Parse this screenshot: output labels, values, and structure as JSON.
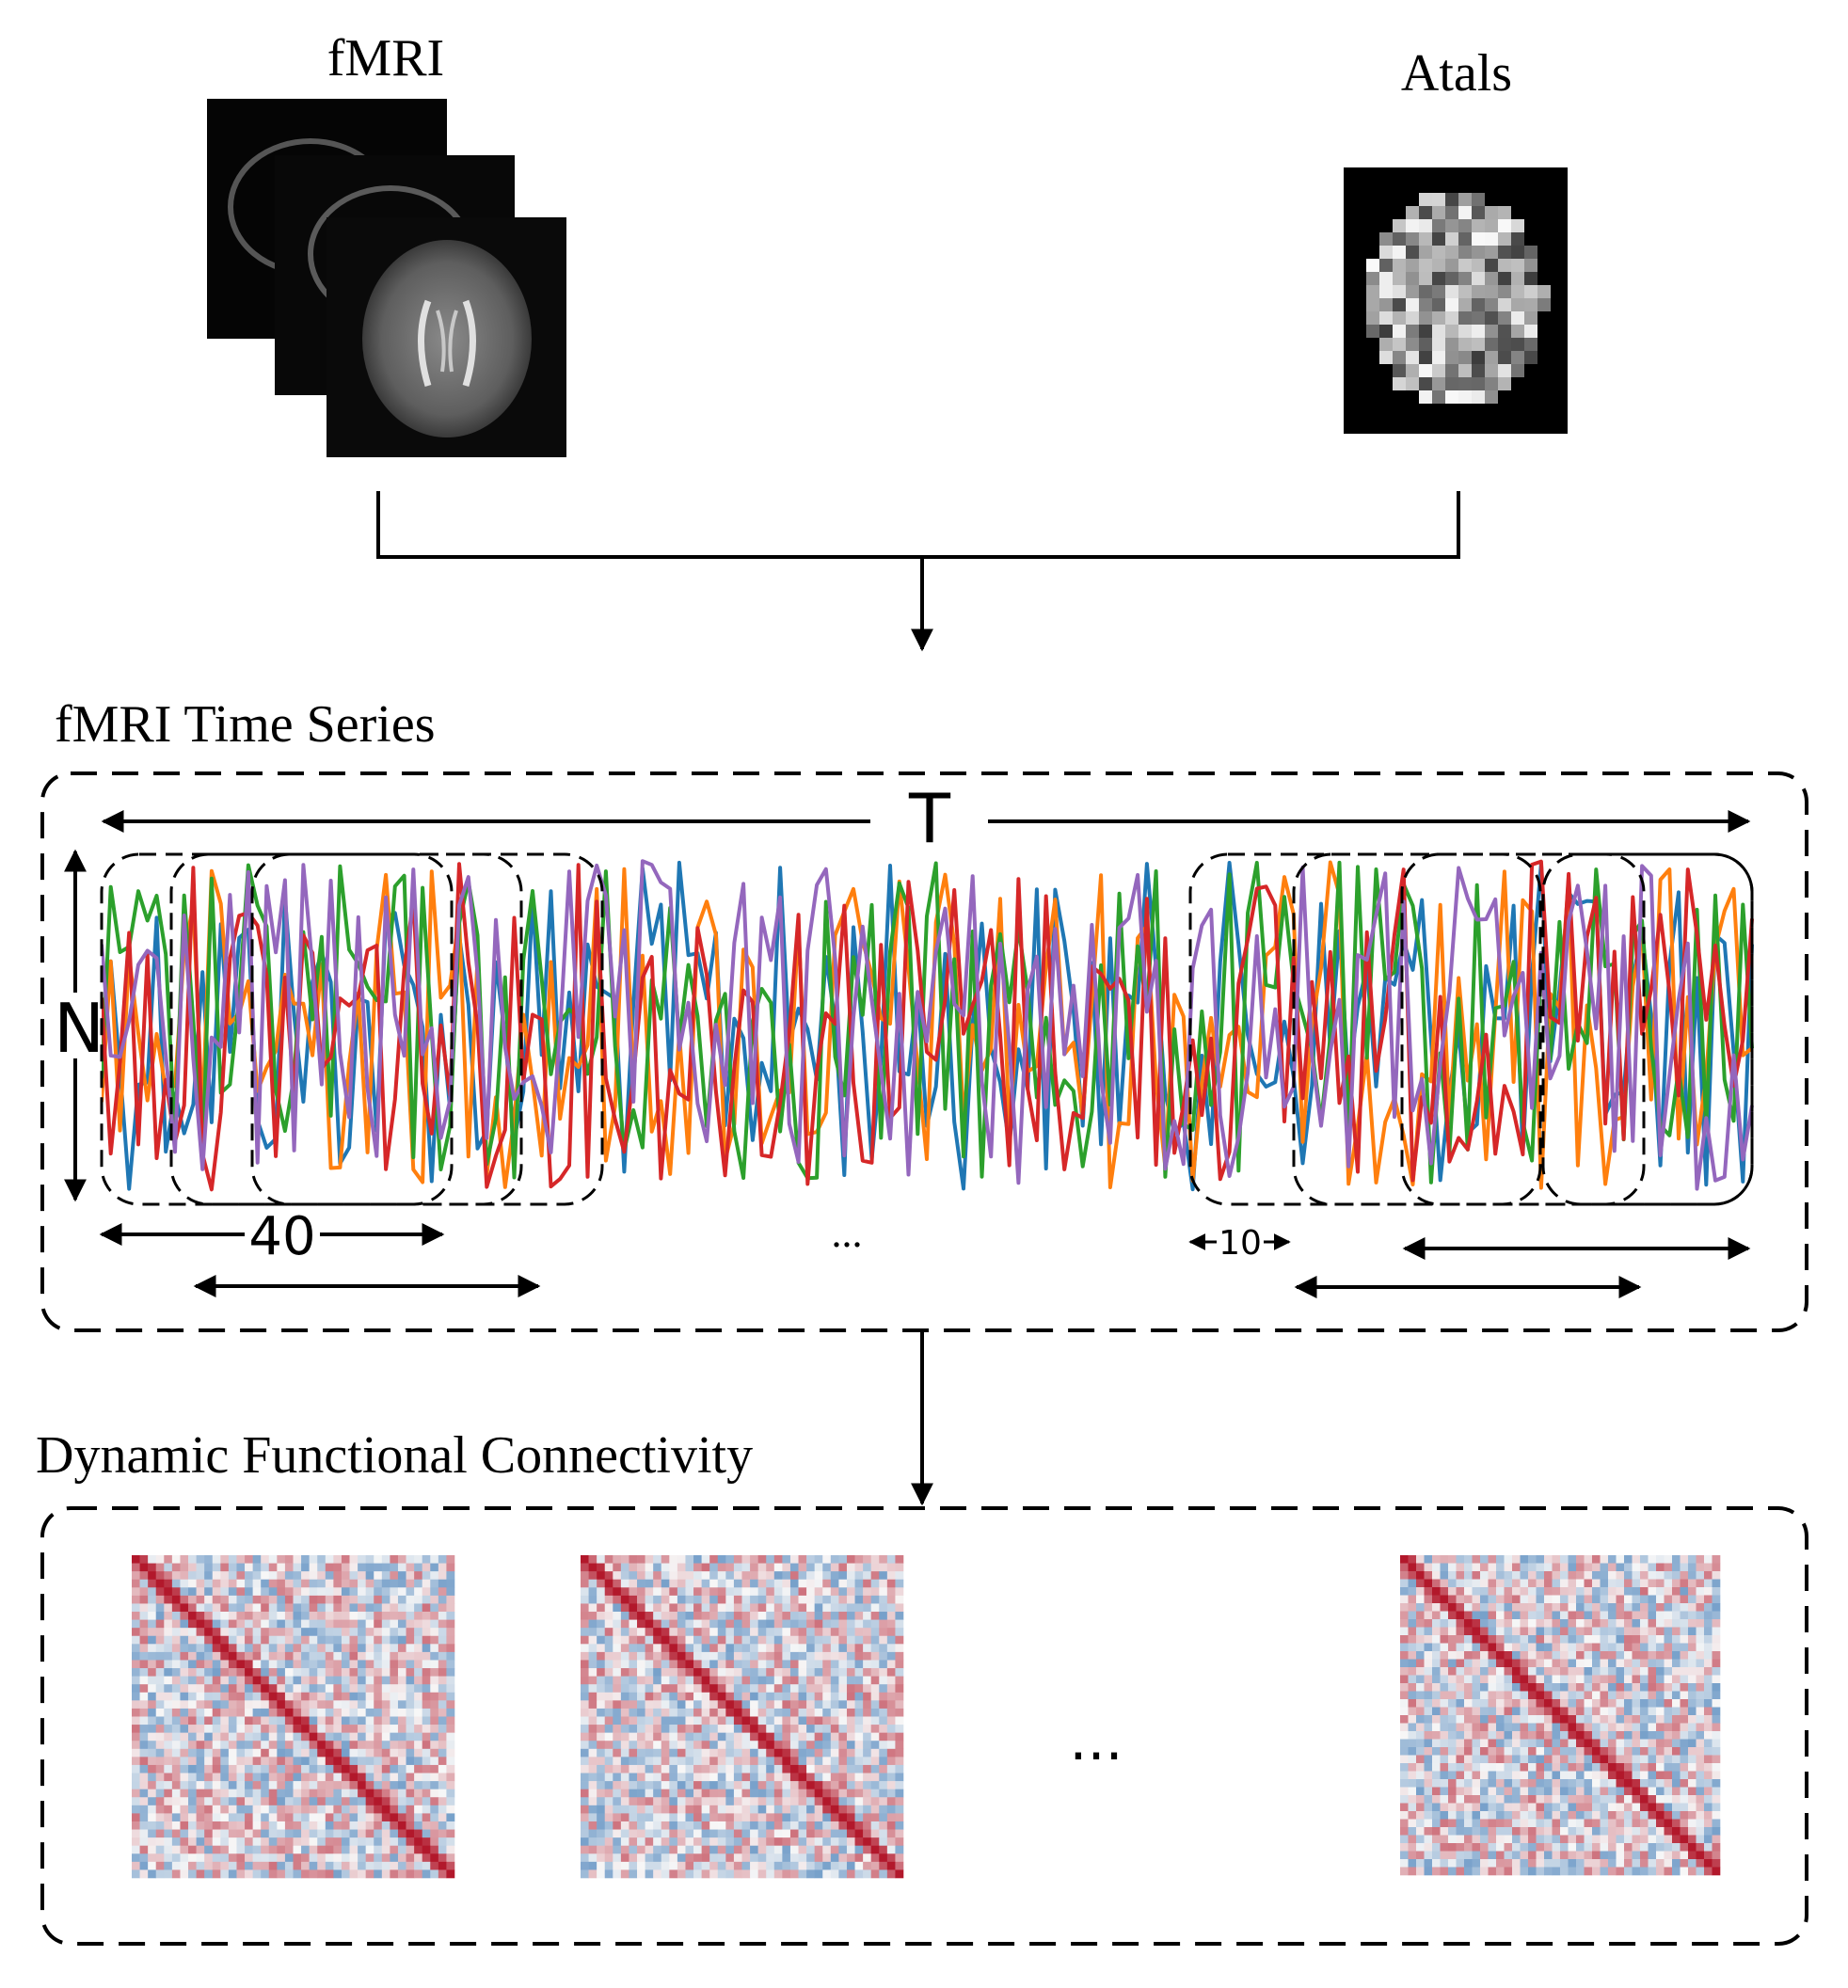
{
  "labels": {
    "fmri": "fMRI",
    "atlas": "Atals",
    "time_series": "fMRI Time Series",
    "dfc": "Dynamic Functional Connectivity",
    "t_axis": "T",
    "n_axis": "N",
    "window_length": "40",
    "stride": "10",
    "ellipsis_series": "...",
    "ellipsis_matrices": "..."
  },
  "colors": {
    "series": [
      "#1f77b4",
      "#ff7f0e",
      "#2ca02c",
      "#d62728",
      "#9467bd"
    ],
    "matrix_positive": "#b2182b",
    "matrix_negative": "#2166ac",
    "matrix_neutral": "#f7f7f7"
  },
  "series_count": 5,
  "windows": {
    "left_group": 4,
    "right_group": 4
  },
  "matrices": {
    "count_shown": 3
  }
}
